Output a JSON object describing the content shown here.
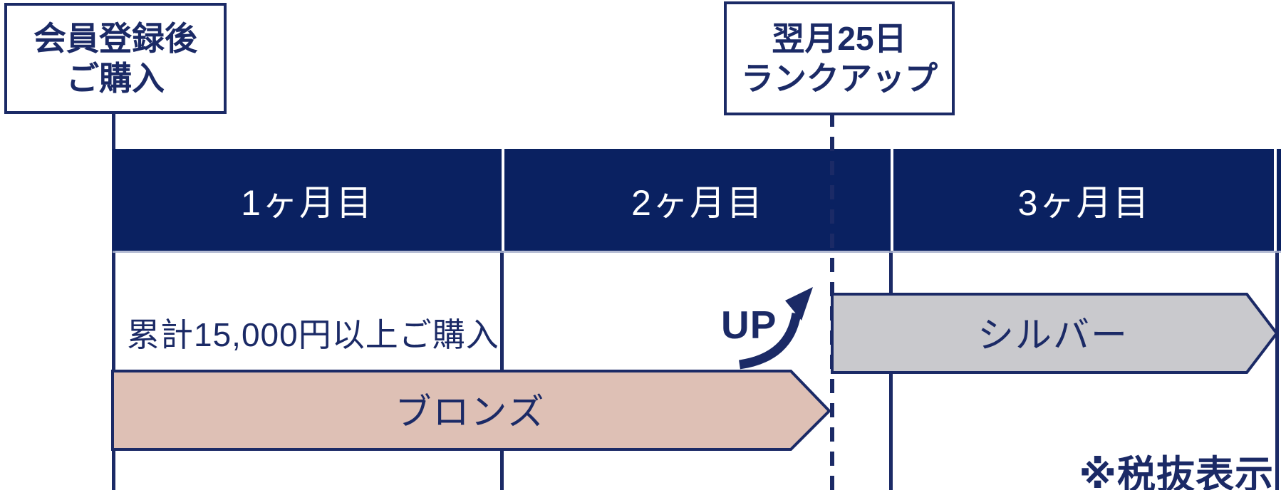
{
  "colors": {
    "navy_text": "#1b2a66",
    "navy_bar": "#0a2161",
    "bronze_fill": "#dec0b5",
    "silver_fill": "#c9c9cd",
    "header_text": "#ffffff"
  },
  "callouts": {
    "registration_box": {
      "line1": "会員登録後",
      "line2": "ご購入"
    },
    "rankup_box": {
      "line1": "翌月25日",
      "line2": "ランクアップ"
    }
  },
  "timeline_header": {
    "months": [
      {
        "label": "1ヶ月目"
      },
      {
        "label": "2ヶ月目"
      },
      {
        "label": "3ヶ月目"
      }
    ]
  },
  "annotations": {
    "purchase_condition": "累計15,000円以上ご購入",
    "up_label": "UP",
    "tax_note": "※税抜表示"
  },
  "ranks": {
    "bronze_label": "ブロンズ",
    "silver_label": "シルバー"
  }
}
